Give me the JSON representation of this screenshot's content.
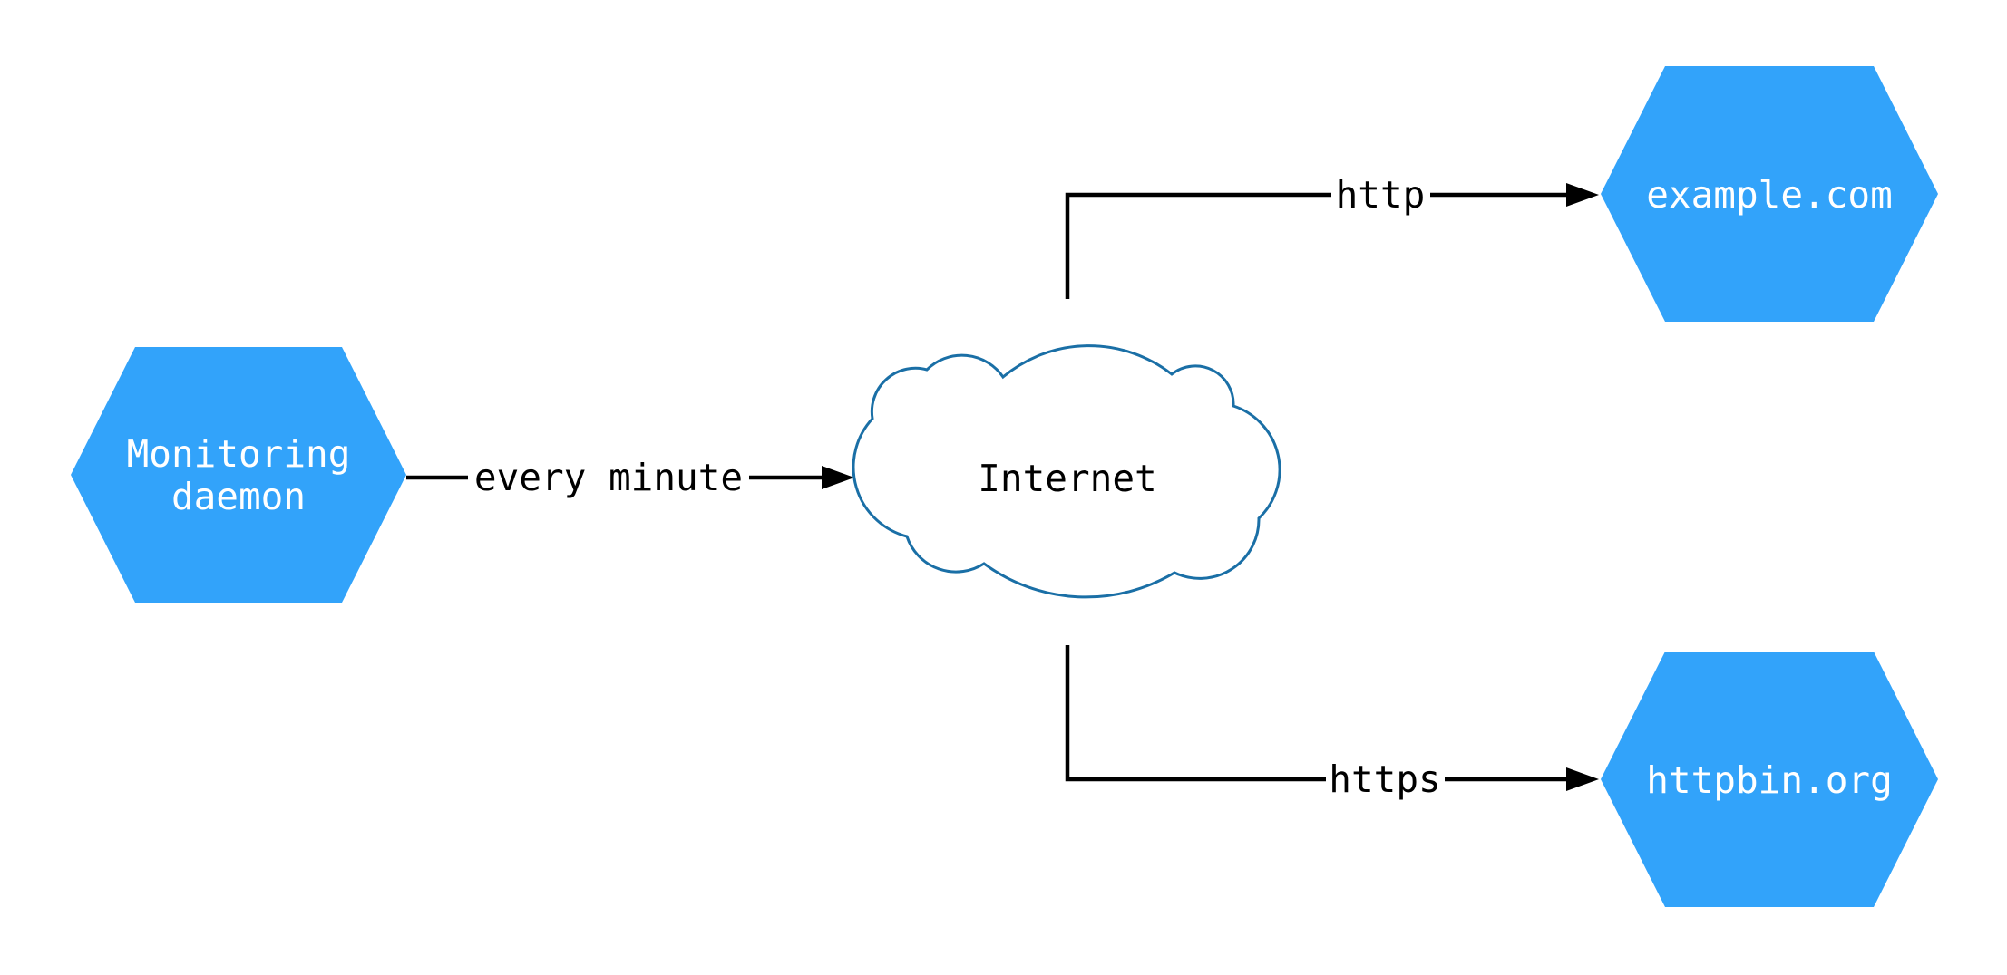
{
  "diagram": {
    "type": "network-topology",
    "nodes": {
      "monitoring_daemon": {
        "lines": [
          "Monitoring",
          "daemon"
        ],
        "shape": "hexagon"
      },
      "internet": {
        "label": "Internet",
        "shape": "cloud"
      },
      "example_com": {
        "label": "example.com",
        "shape": "hexagon"
      },
      "httpbin_org": {
        "label": "httpbin.org",
        "shape": "hexagon"
      }
    },
    "edges": {
      "every_minute": {
        "label": "every minute",
        "from": "monitoring_daemon",
        "to": "internet"
      },
      "http": {
        "label": "http",
        "from": "internet",
        "to": "example_com"
      },
      "https": {
        "label": "https",
        "from": "internet",
        "to": "httpbin_org"
      }
    }
  },
  "colors": {
    "node_fill": "#32A3FA",
    "node_text": "#FFFFFF",
    "cloud_stroke": "#1A6FA6",
    "label_text": "#000000",
    "edge_color": "#000000",
    "background": "#FFFFFF"
  }
}
